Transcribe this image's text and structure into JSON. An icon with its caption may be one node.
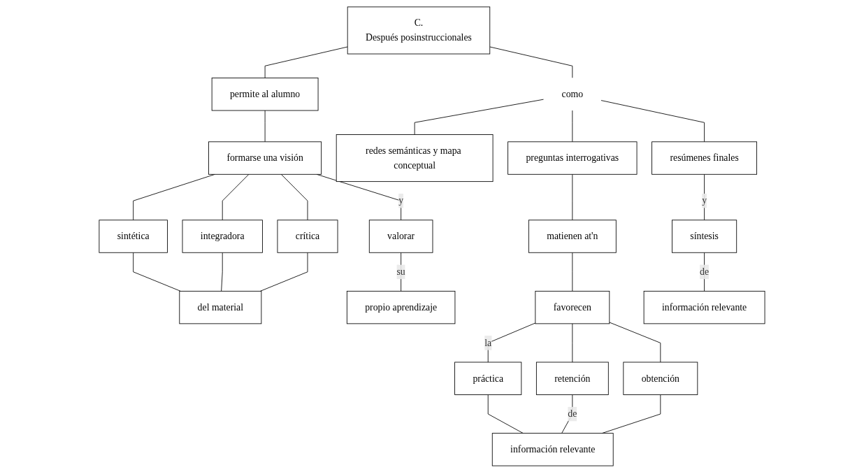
{
  "diagram": {
    "nodes": [
      {
        "text": [
          "C.",
          "Después posinstruccionales"
        ]
      },
      {
        "text": [
          "permite al alumno"
        ]
      },
      {
        "text": [
          "formarse una visión"
        ]
      },
      {
        "text": [
          "sintética"
        ]
      },
      {
        "text": [
          "integradora"
        ]
      },
      {
        "text": [
          "crítica"
        ]
      },
      {
        "text": [
          "del material"
        ]
      },
      {
        "text": [
          "valorar"
        ]
      },
      {
        "text": [
          "propio aprendizaje"
        ]
      },
      {
        "text": [
          "como"
        ]
      },
      {
        "text": [
          "redes semánticas y mapa conceptual"
        ]
      },
      {
        "text": [
          "preguntas interrogativas"
        ]
      },
      {
        "text": [
          "resúmenes finales"
        ]
      },
      {
        "text": [
          "matienen at'n"
        ]
      },
      {
        "text": [
          "favorecen"
        ]
      },
      {
        "text": [
          "práctica"
        ]
      },
      {
        "text": [
          "retención"
        ]
      },
      {
        "text": [
          "obtención"
        ]
      },
      {
        "text": [
          "información relevante"
        ]
      },
      {
        "text": [
          "síntesis"
        ]
      },
      {
        "text": [
          "información relevante"
        ]
      }
    ],
    "edges": [
      {
        "from": 0,
        "to": 1,
        "arrow": "none"
      },
      {
        "from": 1,
        "to": 2,
        "arrow": "none"
      },
      {
        "from": 2,
        "to": 3,
        "arrow": "none"
      },
      {
        "from": 2,
        "to": 4,
        "arrow": "none"
      },
      {
        "from": 2,
        "to": 5,
        "arrow": "none"
      },
      {
        "from": 3,
        "to": 6,
        "arrow": "none"
      },
      {
        "from": 4,
        "to": 6,
        "arrow": "none"
      },
      {
        "from": 5,
        "to": 6,
        "arrow": "none"
      },
      {
        "from": 2,
        "to": 7,
        "arrow": "none",
        "label": "y"
      },
      {
        "from": 7,
        "to": 8,
        "arrow": "none",
        "label": "su"
      },
      {
        "from": 0,
        "to": 9,
        "arrow": "none"
      },
      {
        "from": 9,
        "to": 10,
        "arrow": "none"
      },
      {
        "from": 9,
        "to": 11,
        "arrow": "none"
      },
      {
        "from": 9,
        "to": 12,
        "arrow": "none"
      },
      {
        "from": 11,
        "to": 13,
        "arrow": "none"
      },
      {
        "from": 13,
        "to": 14,
        "arrow": "none"
      },
      {
        "from": 14,
        "to": 15,
        "arrow": "none",
        "label": "la"
      },
      {
        "from": 14,
        "to": 16,
        "arrow": "none"
      },
      {
        "from": 14,
        "to": 17,
        "arrow": "none"
      },
      {
        "from": 15,
        "to": 18,
        "arrow": "none"
      },
      {
        "from": 16,
        "to": 18,
        "arrow": "none",
        "label": "de"
      },
      {
        "from": 17,
        "to": 18,
        "arrow": "none"
      },
      {
        "from": 12,
        "to": 19,
        "arrow": "none",
        "label": "y"
      },
      {
        "from": 19,
        "to": 20,
        "arrow": "none",
        "label": "de"
      }
    ]
  }
}
